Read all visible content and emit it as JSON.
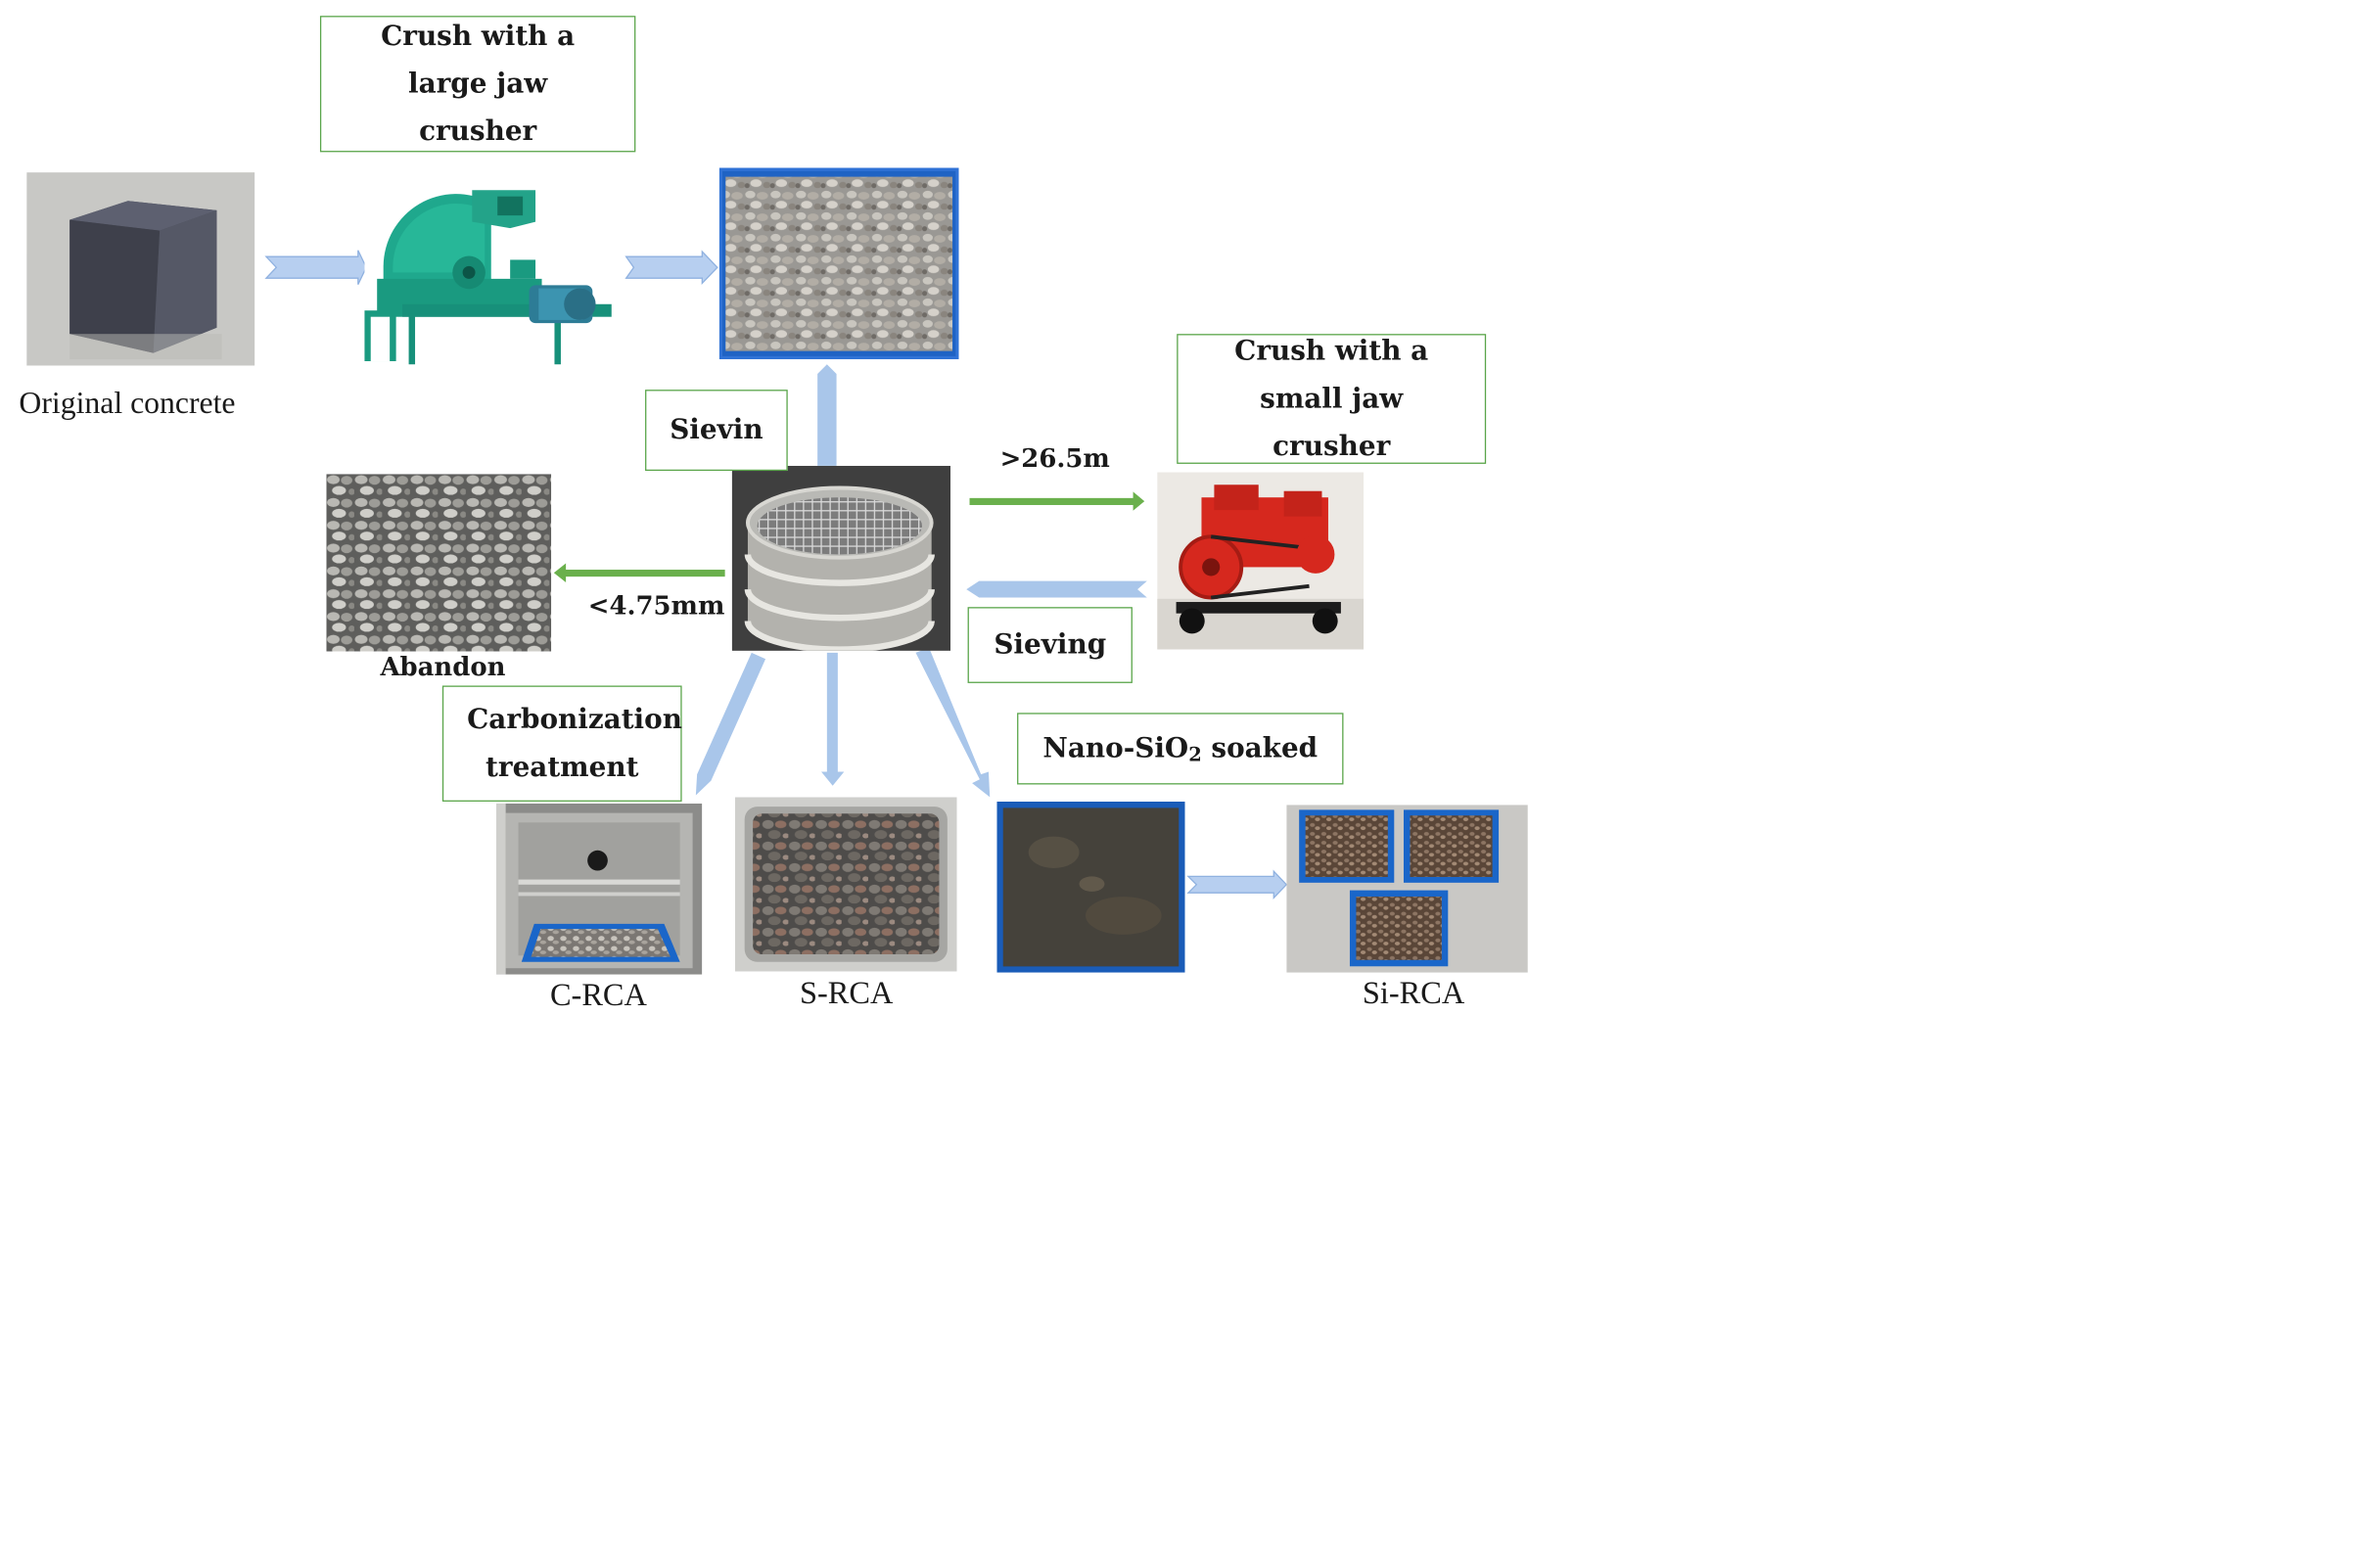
{
  "steps": {
    "large_crusher": "Crush with a large jaw crusher",
    "sieving_top": "Sievin",
    "small_crusher": "Crush with a small jaw crusher",
    "sieving_return": "Sieving",
    "carbonization": "Carbonization treatment",
    "nano_soak_prefix": "Nano-SiO",
    "nano_soak_sub": "2",
    "nano_soak_suffix": " soaked"
  },
  "labels": {
    "original_concrete": "Original concrete",
    "abandon": "Abandon",
    "c_rca": "C-RCA",
    "s_rca": "S-RCA",
    "si_rca": "Si-RCA"
  },
  "thresholds": {
    "over": ">26.5m",
    "under": "<4.75mm"
  },
  "colors": {
    "box_border": "#5aa54a",
    "green_arrow": "#6ab04c",
    "blue_arrow": "#a9c6ea",
    "tray_blue": "#1a66c9",
    "crusher_teal": "#1fa88d",
    "crusher_red": "#d6281e"
  },
  "icons": [
    "concrete-cube-photo",
    "large-jaw-crusher-photo",
    "crushed-aggregate-tray-photo",
    "sieve-photo",
    "abandon-fines-photo",
    "small-jaw-crusher-photo",
    "carbonization-chamber-photo",
    "s-rca-tray-photo",
    "nano-sio2-soak-photo",
    "si-rca-trays-photo"
  ]
}
